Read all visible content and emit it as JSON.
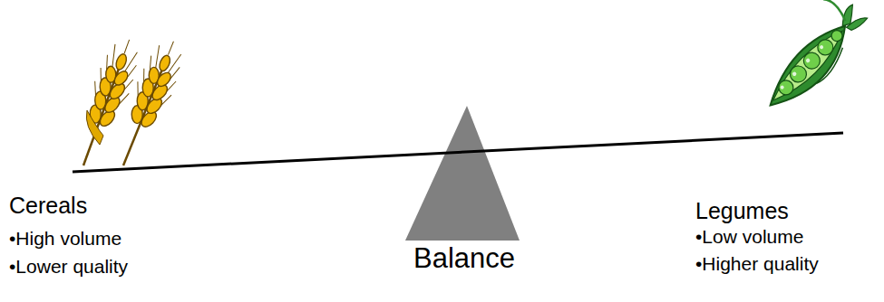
{
  "diagram": {
    "labels": [
      "Cereals",
      "•High volume",
      "•Lower quality",
      "Balance",
      "Legumes",
      "•Low volume",
      "•Higher quality"
    ]
  }
}
